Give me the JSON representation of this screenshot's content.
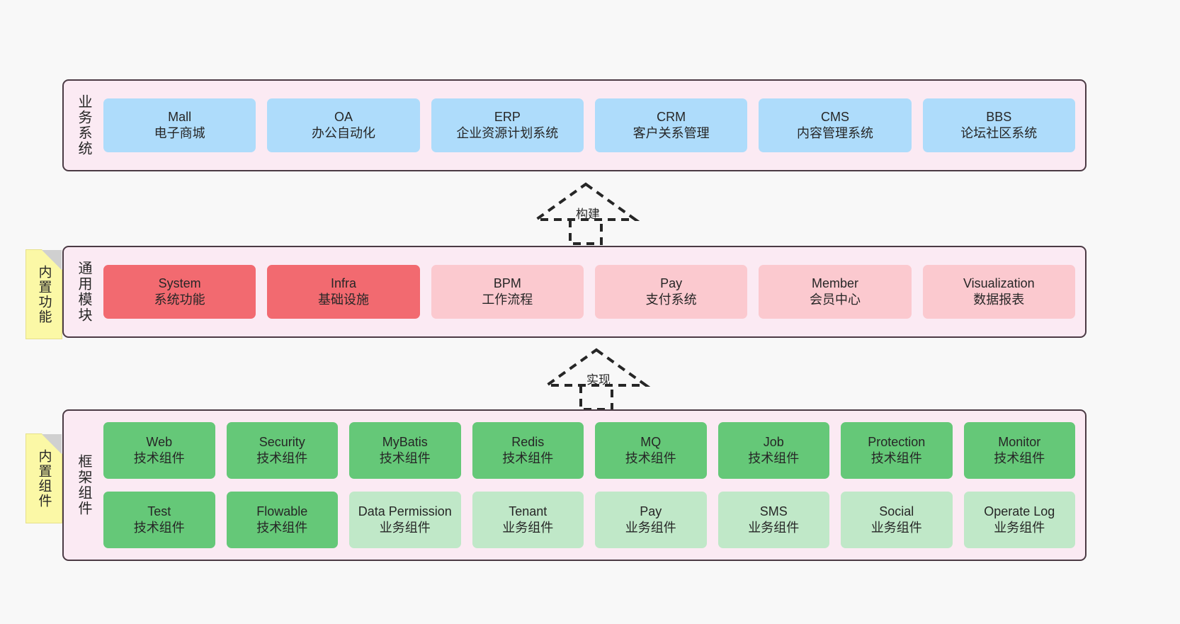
{
  "layers": [
    {
      "id": "business",
      "title": "业务系统",
      "rows": [
        {
          "cells": [
            {
              "name": "Mall",
              "sub": "电子商城",
              "color": "c-blue"
            },
            {
              "name": "OA",
              "sub": "办公自动化",
              "color": "c-blue"
            },
            {
              "name": "ERP",
              "sub": "企业资源计划系统",
              "color": "c-blue"
            },
            {
              "name": "CRM",
              "sub": "客户关系管理",
              "color": "c-blue"
            },
            {
              "name": "CMS",
              "sub": "内容管理系统",
              "color": "c-blue"
            },
            {
              "name": "BBS",
              "sub": "论坛社区系统",
              "color": "c-blue"
            }
          ]
        }
      ]
    },
    {
      "id": "common",
      "title": "通用模块",
      "note": "内置功能",
      "rows": [
        {
          "cells": [
            {
              "name": "System",
              "sub": "系统功能",
              "color": "c-red"
            },
            {
              "name": "Infra",
              "sub": "基础设施",
              "color": "c-red"
            },
            {
              "name": "BPM",
              "sub": "工作流程",
              "color": "c-pink"
            },
            {
              "name": "Pay",
              "sub": "支付系统",
              "color": "c-pink"
            },
            {
              "name": "Member",
              "sub": "会员中心",
              "color": "c-pink"
            },
            {
              "name": "Visualization",
              "sub": "数据报表",
              "color": "c-pink"
            }
          ]
        }
      ]
    },
    {
      "id": "framework",
      "title": "框架组件",
      "note": "内置组件",
      "rows": [
        {
          "cells": [
            {
              "name": "Web",
              "sub": "技术组件",
              "color": "c-green"
            },
            {
              "name": "Security",
              "sub": "技术组件",
              "color": "c-green"
            },
            {
              "name": "MyBatis",
              "sub": "技术组件",
              "color": "c-green"
            },
            {
              "name": "Redis",
              "sub": "技术组件",
              "color": "c-green"
            },
            {
              "name": "MQ",
              "sub": "技术组件",
              "color": "c-green"
            },
            {
              "name": "Job",
              "sub": "技术组件",
              "color": "c-green"
            },
            {
              "name": "Protection",
              "sub": "技术组件",
              "color": "c-green"
            },
            {
              "name": "Monitor",
              "sub": "技术组件",
              "color": "c-green"
            }
          ]
        },
        {
          "cells": [
            {
              "name": "Test",
              "sub": "技术组件",
              "color": "c-green"
            },
            {
              "name": "Flowable",
              "sub": "技术组件",
              "color": "c-green"
            },
            {
              "name": "Data Permission",
              "sub": "业务组件",
              "color": "c-lightgreen"
            },
            {
              "name": "Tenant",
              "sub": "业务组件",
              "color": "c-lightgreen"
            },
            {
              "name": "Pay",
              "sub": "业务组件",
              "color": "c-lightgreen"
            },
            {
              "name": "SMS",
              "sub": "业务组件",
              "color": "c-lightgreen"
            },
            {
              "name": "Social",
              "sub": "业务组件",
              "color": "c-lightgreen"
            },
            {
              "name": "Operate Log",
              "sub": "业务组件",
              "color": "c-lightgreen"
            }
          ]
        }
      ]
    }
  ],
  "connectors": [
    {
      "id": "build",
      "label": "构建"
    },
    {
      "id": "implement",
      "label": "实现"
    }
  ],
  "colors": {
    "background": "#f8f8f8",
    "layer_fill": "#fbeaf3",
    "layer_border": "#4b3a44",
    "blue": "#aedcfb",
    "red": "#f26a70",
    "pink": "#fbc9cf",
    "green": "#65c878",
    "light_green": "#c0e8c8",
    "note_fill": "#fbf8a6",
    "text": "#262626"
  }
}
